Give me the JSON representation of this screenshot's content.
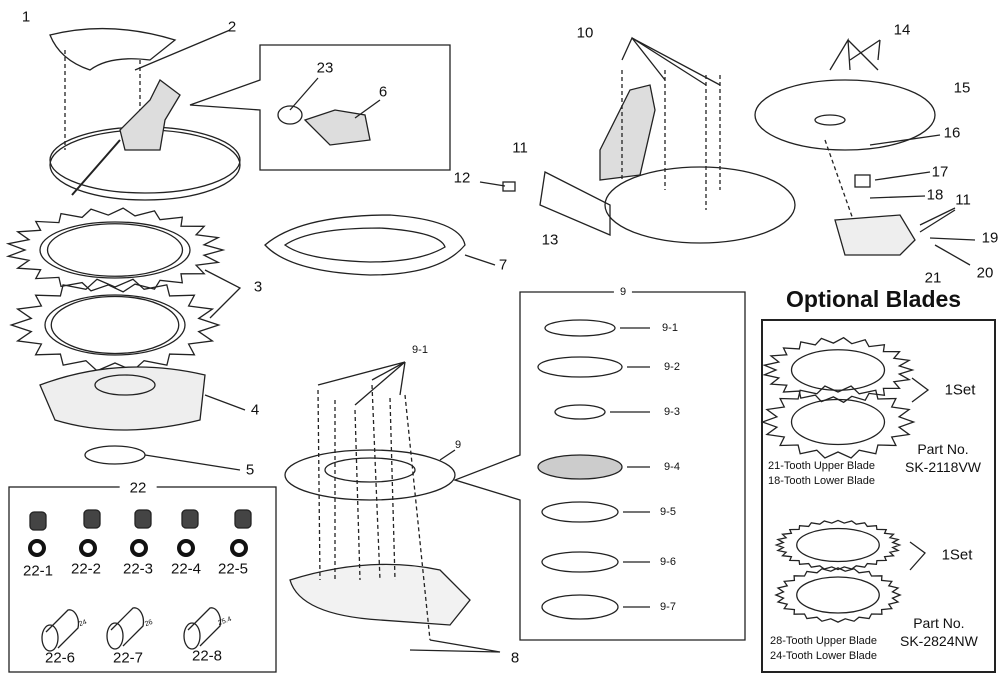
{
  "callouts": {
    "c1": "1",
    "c2": "2",
    "c23": "23",
    "c6": "6",
    "c3": "3",
    "c7": "7",
    "c4": "4",
    "c5": "5",
    "c10": "10",
    "c14": "14",
    "c15": "15",
    "c16": "16",
    "c17": "17",
    "c18": "18",
    "c11a": "11",
    "c12": "12",
    "c13": "13",
    "c11b": "11",
    "c19": "19",
    "c20": "20",
    "c21": "21",
    "c9box": "9",
    "c91a": "9-1",
    "c92": "9-2",
    "c93": "9-3",
    "c94": "9-4",
    "c95": "9-5",
    "c96": "9-6",
    "c97": "9-7",
    "c91b": "9-1",
    "c9": "9",
    "c8": "8"
  },
  "kit22": {
    "title": "22",
    "items": [
      "22-1",
      "22-2",
      "22-3",
      "22-4",
      "22-5",
      "22-6",
      "22-7",
      "22-8"
    ],
    "sleeve_marks": [
      "24",
      "26",
      "25.4"
    ]
  },
  "optional": {
    "title": "Optional Blades",
    "set_label": "1Set",
    "sets": [
      {
        "upper": "21-Tooth Upper Blade",
        "lower": "18-Tooth Lower Blade",
        "part_label": "Part  No.",
        "part_no": "SK-2118VW"
      },
      {
        "upper": "28-Tooth Upper Blade",
        "lower": "24-Tooth Lower Blade",
        "part_label": "Part  No.",
        "part_no": "SK-2824NW"
      }
    ]
  }
}
